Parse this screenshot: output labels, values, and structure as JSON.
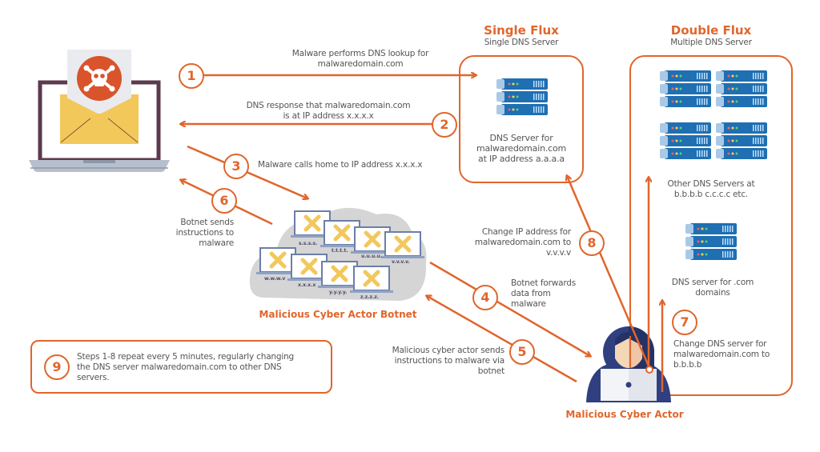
{
  "colors": {
    "accent": "#e0662c",
    "text": "#555555",
    "server_blue": "#1f6fb2",
    "cloud_gray": "#d5d5d5",
    "envelope_yellow": "#f2c85b",
    "laptop_frame": "#5b3a4e"
  },
  "single_flux": {
    "title": "Single Flux",
    "subtitle": "Single DNS Server",
    "server_label": [
      "DNS Server for",
      "malwaredomain.com",
      "at IP address a.a.a.a"
    ]
  },
  "double_flux": {
    "title": "Double Flux",
    "subtitle": "Multiple DNS Server",
    "other_servers_label": [
      "Other DNS Servers at",
      "b.b.b.b c.c.c.c etc."
    ],
    "com_server_label": [
      "DNS server for .com",
      "domains"
    ]
  },
  "victim": {
    "icon": "infected-laptop-with-skull-envelope"
  },
  "botnet": {
    "title": "Malicious Cyber Actor Botnet",
    "nodes": [
      "s.s.s.s.",
      "t.t.t.t.",
      "u.u.u.u.",
      "v.v.v.v.",
      "w.w.w.v",
      "x.x.x.x",
      "y.y.y.y.",
      "z.z.z.z."
    ]
  },
  "actor": {
    "title": "Malicious Cyber Actor"
  },
  "steps": [
    {
      "num": "1",
      "text": [
        "Malware performs DNS lookup for",
        "malwaredomain.com"
      ]
    },
    {
      "num": "2",
      "text": [
        "DNS response that malwaredomain.com",
        "is at IP address x.x.x.x"
      ]
    },
    {
      "num": "3",
      "text": [
        "Malware calls home to IP address x.x.x.x"
      ]
    },
    {
      "num": "4",
      "text": [
        "Botnet forwards",
        "data from",
        "malware"
      ]
    },
    {
      "num": "5",
      "text": [
        "Malicious cyber actor sends",
        "instructions to malware via",
        "botnet"
      ]
    },
    {
      "num": "6",
      "text": [
        "Botnet sends",
        "instructions to",
        "malware"
      ]
    },
    {
      "num": "7",
      "text": [
        "Change DNS server for",
        "malwaredomain.com to",
        "b.b.b.b"
      ]
    },
    {
      "num": "8",
      "text": [
        "Change IP address for",
        "malwaredomain.com to",
        "v.v.v.v"
      ]
    },
    {
      "num": "9",
      "text": [
        "Steps 1-8 repeat every 5 minutes, regularly changing",
        "the DNS server malwaredomain.com to other DNS",
        "servers."
      ]
    }
  ]
}
